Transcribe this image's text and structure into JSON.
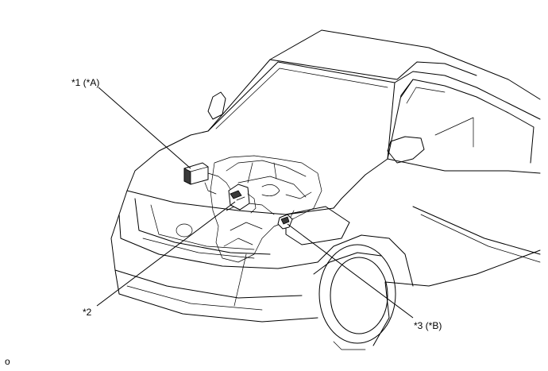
{
  "callouts": {
    "c1": "*1 (*A)",
    "c2": "*2",
    "c3": "*3 (*B)"
  },
  "figure_id": "o"
}
